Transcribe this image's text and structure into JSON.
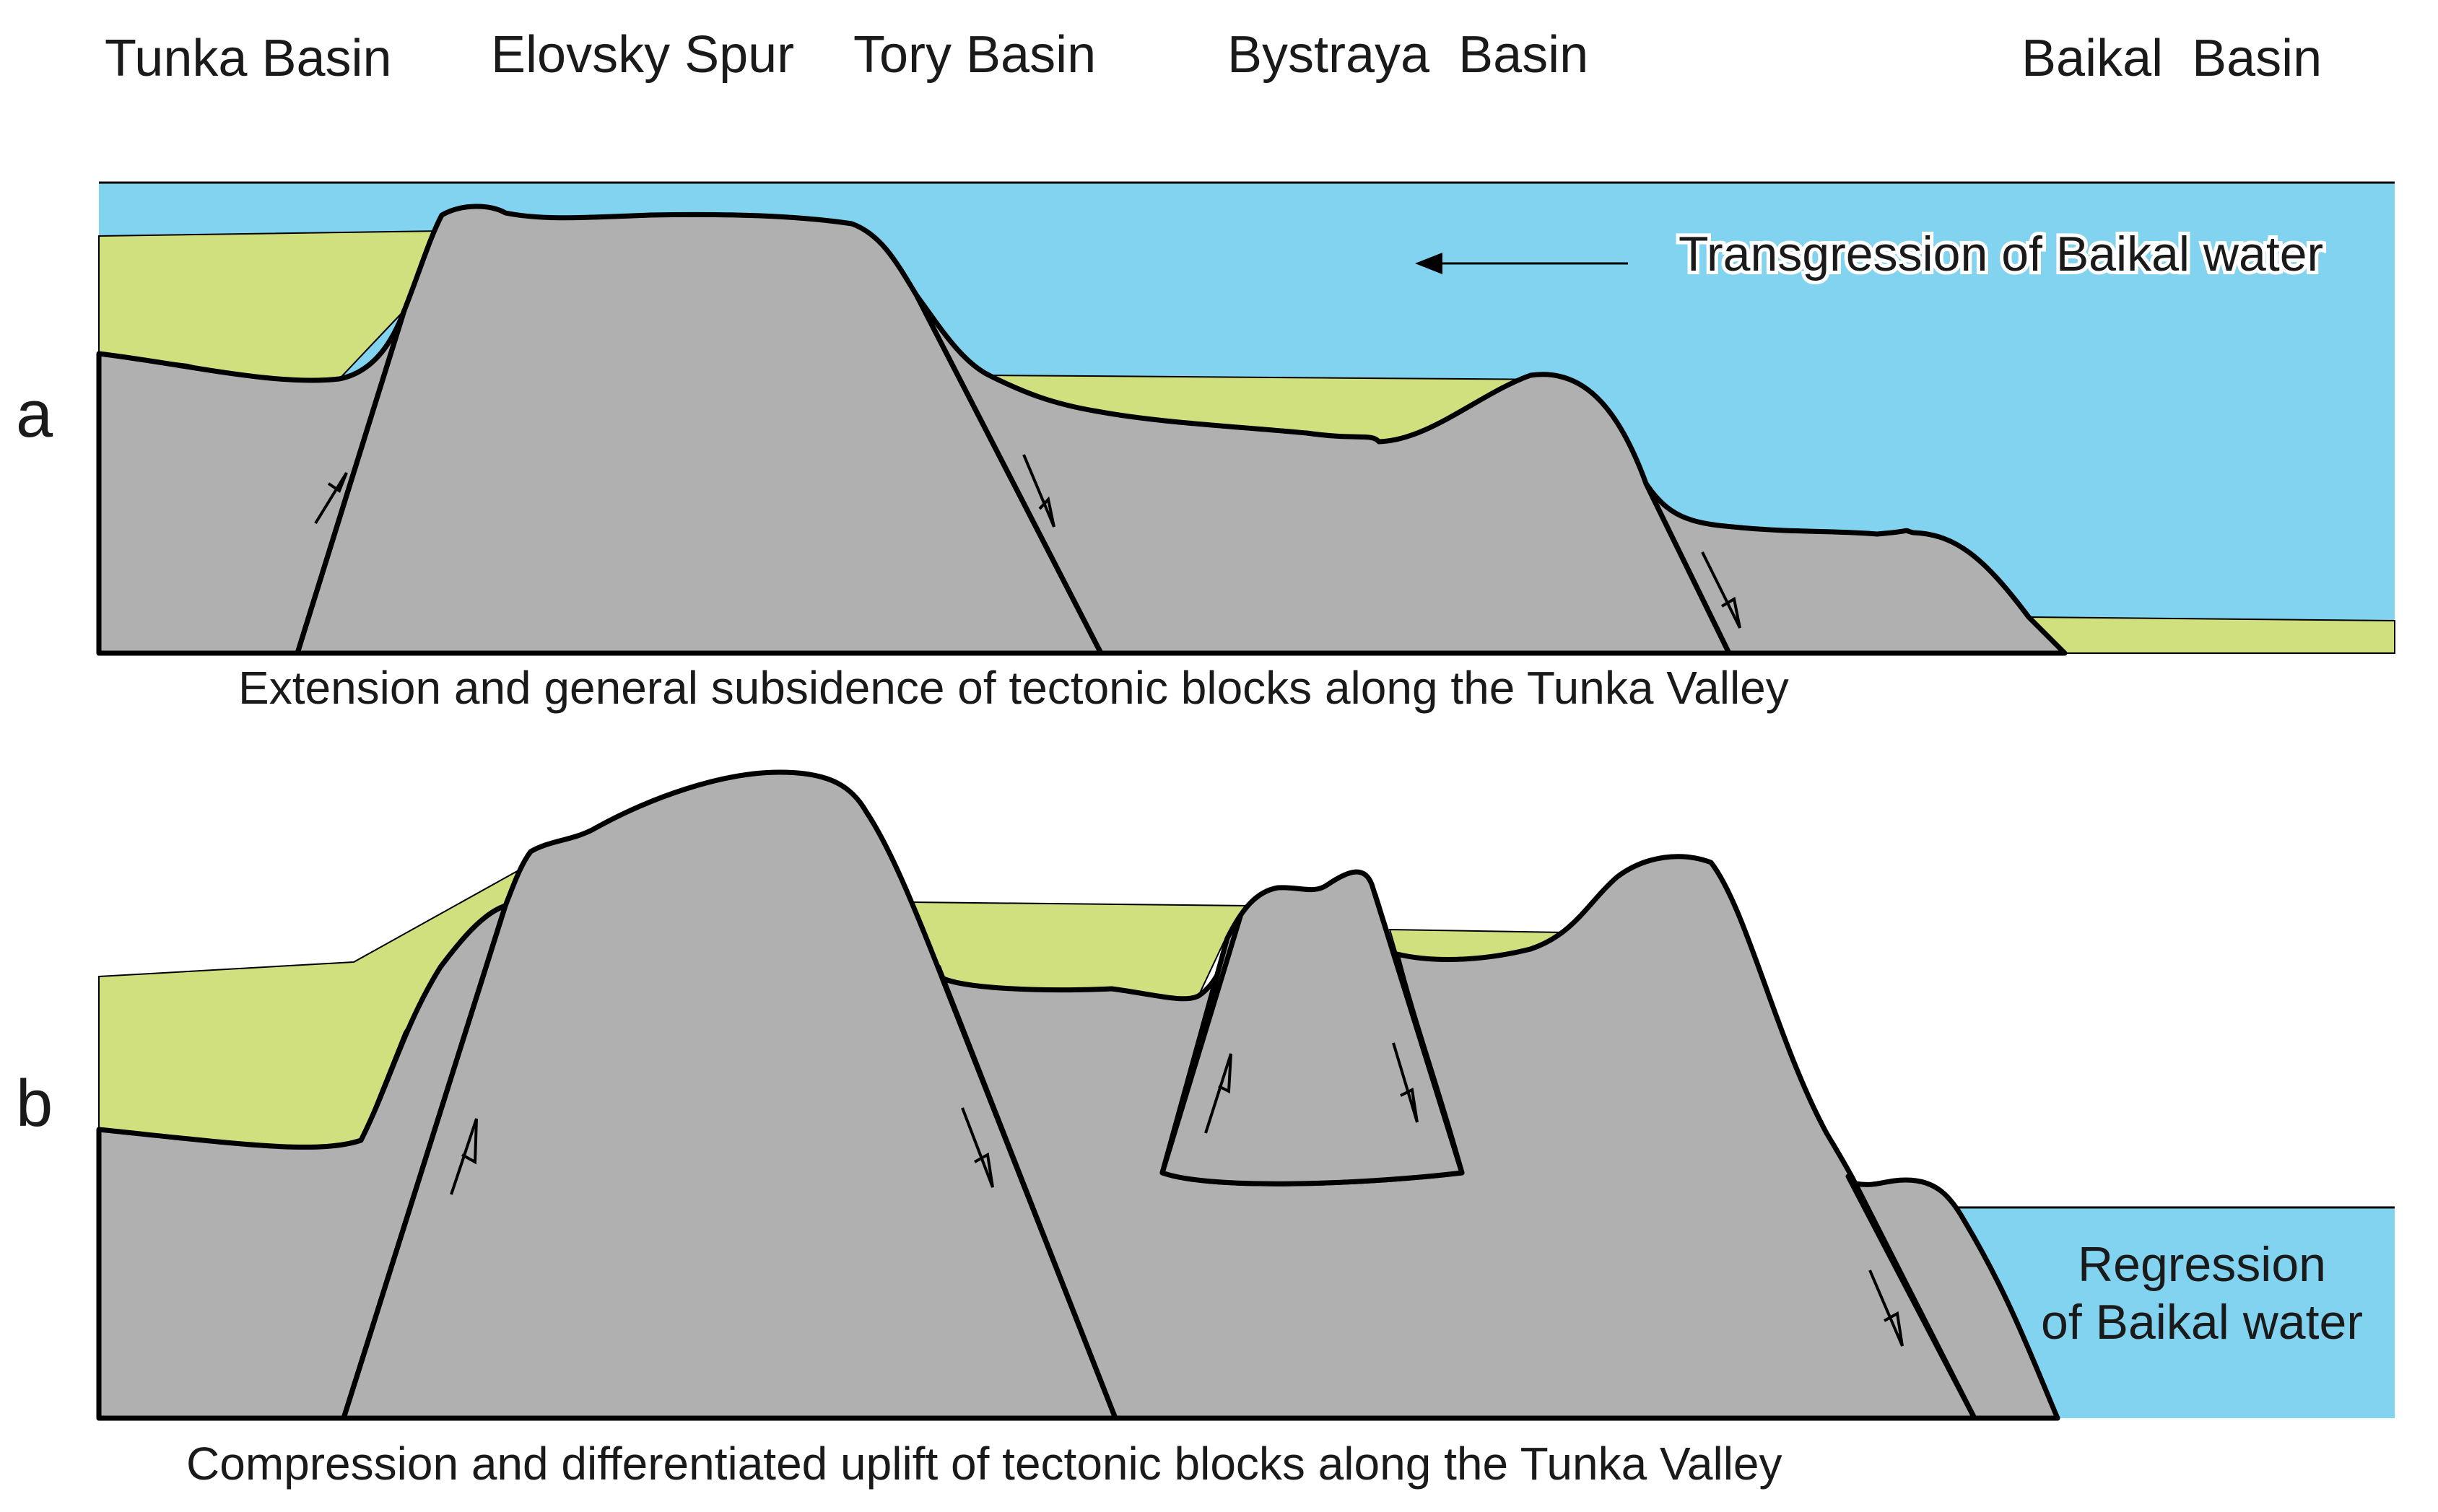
{
  "basins": {
    "tunka": "Tunka Basin",
    "elovsky": "Elovsky Spur",
    "tory": "Tory Basin",
    "bystraya": "Bystraya  Basin",
    "baikal": "Baikal  Basin"
  },
  "panel_a": {
    "letter": "a",
    "annotation": "Transgression of Baikal water",
    "caption": "Extension and general subsidence of tectonic blocks along the Tunka Valley"
  },
  "panel_b": {
    "letter": "b",
    "annotation_line1": "Regression",
    "annotation_line2": "of Baikal water",
    "caption": "Compression and differentiated uplift of tectonic blocks along the Tunka Valley"
  },
  "colors": {
    "water": "#82d3ef",
    "sediment": "#d1e07f",
    "bedrock": "#b0b0b0",
    "outline": "#000000"
  }
}
